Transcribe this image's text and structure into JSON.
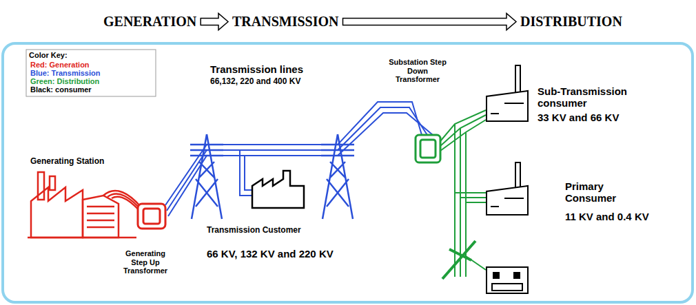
{
  "diagram": {
    "nodes": [
      {
        "text": [
          "GENERATION"
        ]
      },
      {
        "text": [
          "TRANSMISSION"
        ]
      },
      {
        "text": [
          "DISTRIBUTION"
        ]
      }
    ],
    "edges": [
      {
        "from": 0,
        "to": 1,
        "arrow": "to"
      },
      {
        "from": 1,
        "to": 2,
        "arrow": "to"
      }
    ],
    "labels": [
      "Color Key:",
      "Transmission lines",
      "66,132, 220 and 400 KV",
      "Generating Station",
      "Generating Step Up Transformer",
      "Transmission Customer",
      "66 KV, 132 KV and 220 KV",
      "Substation Step Down Transformer",
      "Sub-Transmission consumer",
      "33 KV and 66 KV",
      "Primary Consumer",
      "11 KV and 0.4 KV"
    ],
    "legend": [
      {
        "text": "Red: Generation",
        "color": "#e0241b"
      },
      {
        "text": "Blue: Transmission",
        "color": "#2a4fd8"
      },
      {
        "text": "Green: Distribution",
        "color": "#1e9e3a"
      },
      {
        "text": "Black: consumer",
        "color": "#000000"
      }
    ]
  }
}
